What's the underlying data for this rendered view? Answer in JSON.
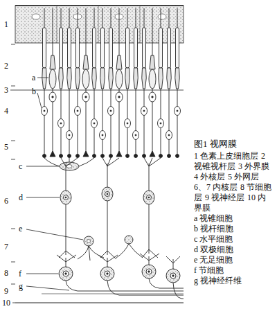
{
  "diagram": {
    "caption": "图1 视网膜",
    "labels": [
      "1",
      "2",
      "3",
      "4",
      "5",
      "6",
      "7",
      "8",
      "9",
      "10",
      "a",
      "b",
      "c",
      "d",
      "e",
      "f",
      "g",
      "1 色素上皮细胞层",
      "2 视锥视杆层",
      "3 外界膜",
      "4 外核层",
      "5 外网层",
      "6、7 内核层",
      "8 节细胞层",
      "9 视神经层",
      "10 内界膜",
      "a 视锥细胞",
      "b 视杆细胞",
      "c 水平细胞",
      "d 双极细胞",
      "e 无足细胞",
      "f 节细胞",
      "g 视神经纤维"
    ]
  }
}
